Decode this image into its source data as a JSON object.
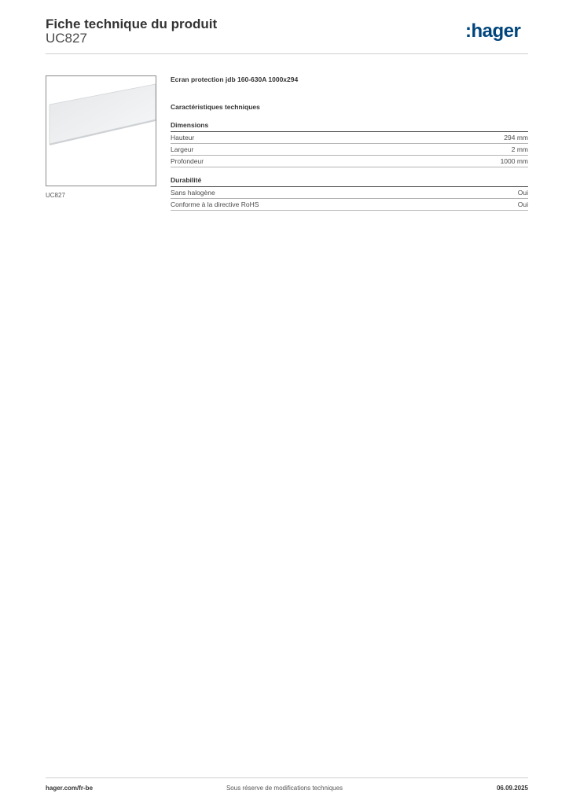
{
  "header": {
    "title": "Fiche technique du produit",
    "reference": "UC827",
    "logo_text": "hager",
    "logo_color": "#00457c"
  },
  "product": {
    "image_caption": "UC827",
    "name": "Ecran protection jdb 160-630A 1000x294"
  },
  "specs": {
    "heading": "Caractéristiques techniques",
    "groups": [
      {
        "title": "Dimensions",
        "rows": [
          {
            "label": "Hauteur",
            "value": "294 mm"
          },
          {
            "label": "Largeur",
            "value": "2 mm"
          },
          {
            "label": "Profondeur",
            "value": "1000 mm"
          }
        ]
      },
      {
        "title": "Durabilité",
        "rows": [
          {
            "label": "Sans halogène",
            "value": "Oui"
          },
          {
            "label": "Conforme à la directive RoHS",
            "value": "Oui"
          }
        ]
      }
    ]
  },
  "footer": {
    "website": "hager.com/fr-be",
    "notice": "Sous réserve de modifications techniques",
    "date": "06.09.2025"
  }
}
